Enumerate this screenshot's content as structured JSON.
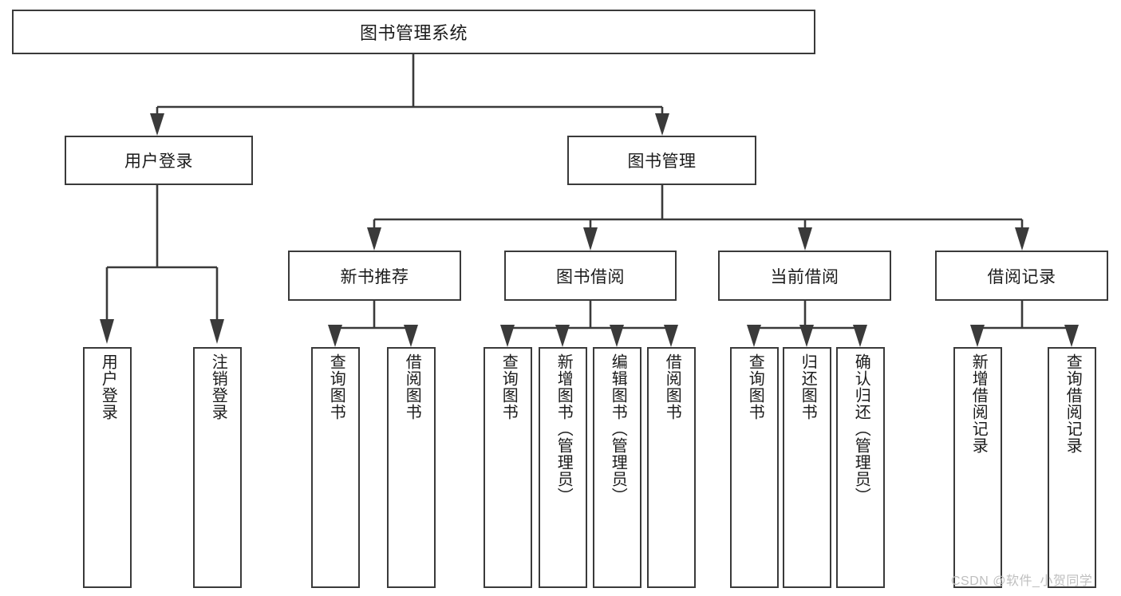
{
  "diagram": {
    "title_text": "图书管理系统",
    "watermark": "CSDN @软件_小贺同学",
    "colors": {
      "border": "#3a3a3a",
      "background": "#ffffff",
      "text": "#1b1b1b",
      "watermark": "#bfbfbf"
    },
    "root": {
      "label": "图书管理系统"
    },
    "level2": [
      {
        "label": "用户登录"
      },
      {
        "label": "图书管理"
      }
    ],
    "level3": [
      {
        "label": "新书推荐"
      },
      {
        "label": "图书借阅"
      },
      {
        "label": "当前借阅"
      },
      {
        "label": "借阅记录"
      }
    ],
    "leaves": {
      "user_login": [
        {
          "label": "用户登录"
        },
        {
          "label": "注销登录"
        }
      ],
      "new_book_recommend": [
        {
          "label": "查询图书"
        },
        {
          "label": "借阅图书"
        }
      ],
      "book_borrow": [
        {
          "label": "查询图书"
        },
        {
          "label": "新增图书（管理员）"
        },
        {
          "label": "编辑图书（管理员）"
        },
        {
          "label": "借阅图书"
        }
      ],
      "current_borrow": [
        {
          "label": "查询图书"
        },
        {
          "label": "归还图书"
        },
        {
          "label": "确认归还（管理员）"
        }
      ],
      "borrow_record": [
        {
          "label": "新增借阅记录"
        },
        {
          "label": "查询借阅记录"
        }
      ]
    }
  }
}
